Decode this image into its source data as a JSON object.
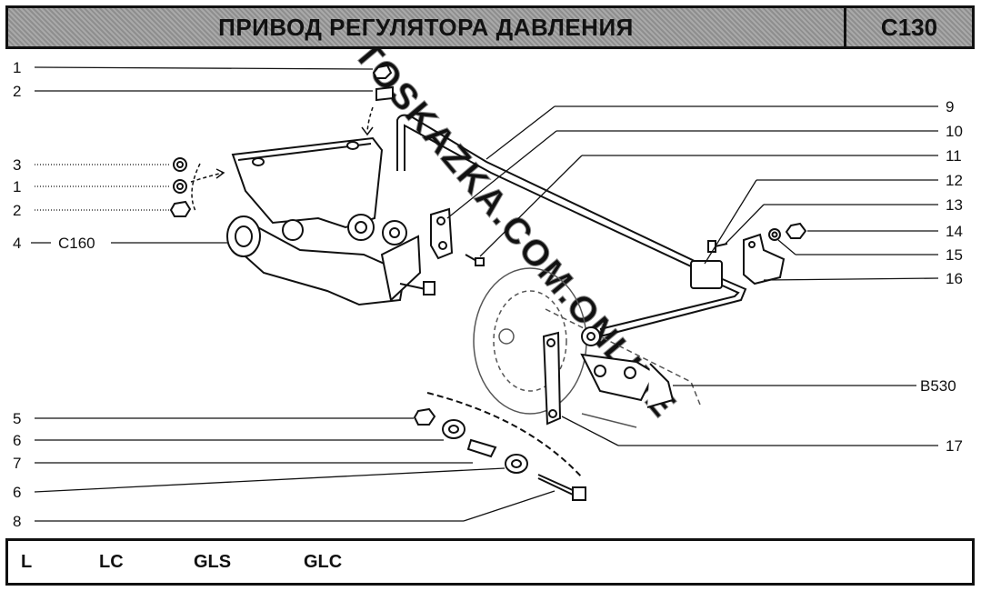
{
  "header": {
    "title": "ПРИВОД РЕГУЛЯТОРА ДАВЛЕНИЯ",
    "code": "C130"
  },
  "callouts": {
    "c1a": "1",
    "c2a": "2",
    "c3": "3",
    "c1b": "1",
    "c2b": "2",
    "c4": "4",
    "c4_ref": "C160",
    "c5": "5",
    "c6a": "6",
    "c7": "7",
    "c6b": "6",
    "c8": "8",
    "c9": "9",
    "c10": "10",
    "c11": "11",
    "c12": "12",
    "c13": "13",
    "c14": "14",
    "c15": "15",
    "c16": "16",
    "c17": "17",
    "b530": "B530"
  },
  "watermark": "AUTOSKAZKA.COM.ONLINE",
  "variants": [
    "L",
    "LC",
    "GLS",
    "GLC"
  ]
}
